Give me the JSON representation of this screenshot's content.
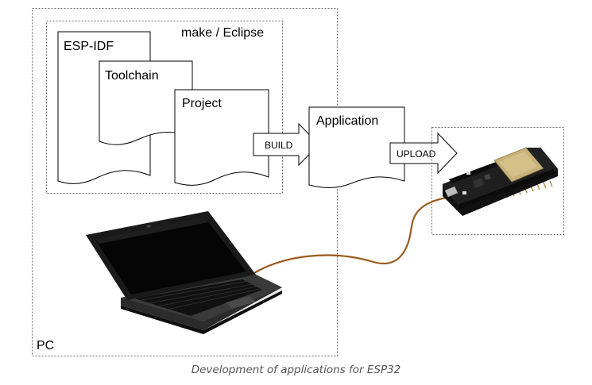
{
  "labels": {
    "pc": "PC",
    "make_eclipse": "make / Eclipse",
    "esp_idf": "ESP-IDF",
    "toolchain": "Toolchain",
    "project": "Project",
    "application": "Application",
    "build": "BUILD",
    "upload": "UPLOAD"
  },
  "caption": "Development of applications for ESP32",
  "colors": {
    "dotted_border": "#666666",
    "cable": "#9a5a1c",
    "board": "#1c1c1c",
    "module": "#c9b27a",
    "laptop": "#1a1a1a"
  }
}
